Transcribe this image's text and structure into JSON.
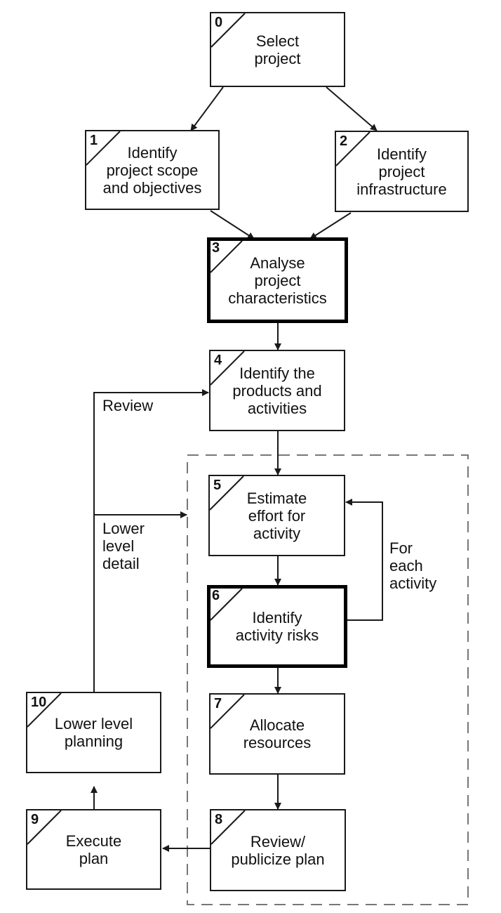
{
  "steps": [
    {
      "number": "0",
      "label": "Select\nproject"
    },
    {
      "number": "1",
      "label": "Identify\nproject scope\nand objectives"
    },
    {
      "number": "2",
      "label": "Identify\nproject\ninfrastructure"
    },
    {
      "number": "3",
      "label": "Analyse\nproject\ncharacteristics"
    },
    {
      "number": "4",
      "label": "Identify the\nproducts and\nactivities"
    },
    {
      "number": "5",
      "label": "Estimate\neffort for\nactivity"
    },
    {
      "number": "6",
      "label": "Identify\nactivity risks"
    },
    {
      "number": "7",
      "label": "Allocate\nresources"
    },
    {
      "number": "8",
      "label": "Review/\npublicize plan"
    },
    {
      "number": "9",
      "label": "Execute\nplan"
    },
    {
      "number": "10",
      "label": "Lower level\nplanning"
    }
  ],
  "annotations": {
    "review": "Review",
    "lower_level_detail": "Lower\nlevel\ndetail",
    "for_each_activity": "For\neach\nactivity"
  }
}
